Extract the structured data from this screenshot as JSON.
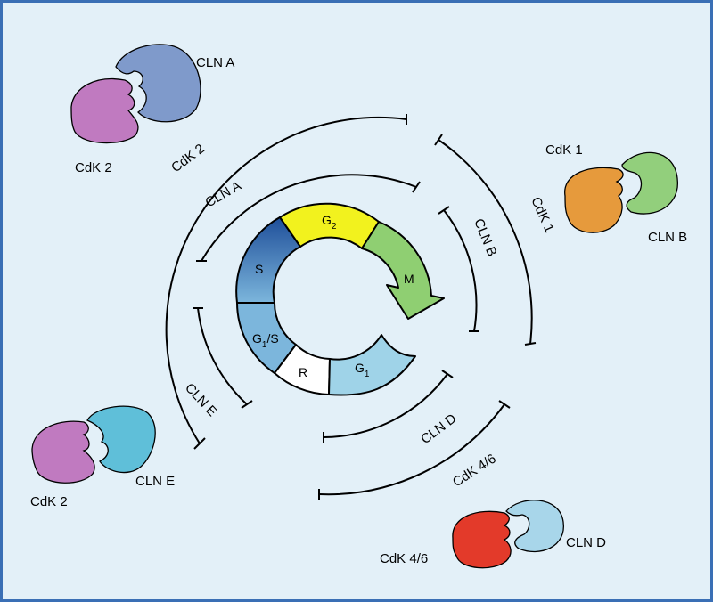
{
  "colors": {
    "background": "#e3f0f8",
    "border": "#3a6fb5",
    "phase_s": "#1f4f9a",
    "phase_g2": "#f2f21e",
    "phase_m": "#8fcf72",
    "phase_g1": "#9fd3e8",
    "phase_r": "#ffffff",
    "phase_g1s": "#7cb6dc",
    "cln_a": "#7f9acb",
    "cdk2": "#c07ac0",
    "cdk1": "#e69a3c",
    "cln_b": "#92cf7c",
    "cln_e": "#5fbfd9",
    "cdk46": "#e33a2a",
    "cln_d": "#a8d6ea"
  },
  "phases": {
    "s": "S",
    "g2_main": "G",
    "g2_sub": "2",
    "m": "M",
    "g1_main": "G",
    "g1_sub": "1",
    "r": "R",
    "g1s_main": "G",
    "g1s_sub": "1",
    "g1s_rest": "/S"
  },
  "arc_labels": {
    "cdk2": "CdK 2",
    "cln_a": "CLN A",
    "cln_b": "CLN B",
    "cdk1": "CdK 1",
    "cln_e": "CLN E",
    "cln_d": "CLN D",
    "cdk46": "CdK 4/6"
  },
  "complexes": {
    "top_left": {
      "cyclin": "CLN A",
      "cdk": "CdK 2"
    },
    "right": {
      "cdk": "CdK 1",
      "cyclin": "CLN B"
    },
    "bottom_left": {
      "cdk": "CdK 2",
      "cyclin": "CLN E"
    },
    "bottom_right": {
      "cdk": "CdK 4/6",
      "cyclin": "CLN D"
    }
  }
}
